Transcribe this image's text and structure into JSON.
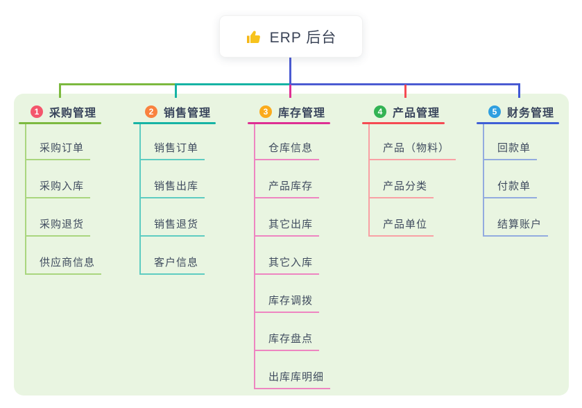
{
  "root": {
    "label": "ERP 后台",
    "icon": "thumbs-up"
  },
  "colors": {
    "panel_bg": "#e9f5e1",
    "root_connector": "#4b5bd2",
    "branch_line": [
      "#7cb93f",
      "#16b3a4",
      "#de3093",
      "#f54a52",
      "#3f5fd6"
    ],
    "branch_child_line": [
      "#a9d67e",
      "#5eccc1",
      "#ee85c1",
      "#f9a0a4",
      "#92abdf"
    ],
    "badge": [
      "#f4566c",
      "#f9823f",
      "#fbab1c",
      "#33b354",
      "#2f9fe0"
    ],
    "text": "#39455c"
  },
  "branches": [
    {
      "index": "1",
      "label": "采购管理",
      "children": [
        "采购订单",
        "采购入库",
        "采购退货",
        "供应商信息"
      ]
    },
    {
      "index": "2",
      "label": "销售管理",
      "children": [
        "销售订单",
        "销售出库",
        "销售退货",
        "客户信息"
      ]
    },
    {
      "index": "3",
      "label": "库存管理",
      "children": [
        "仓库信息",
        "产品库存",
        "其它出库",
        "其它入库",
        "库存调拨",
        "库存盘点",
        "出库库明细"
      ]
    },
    {
      "index": "4",
      "label": "产品管理",
      "children": [
        "产品（物料）",
        "产品分类",
        "产品单位"
      ]
    },
    {
      "index": "5",
      "label": "财务管理",
      "children": [
        "回款单",
        "付款单",
        "结算账户"
      ]
    }
  ]
}
